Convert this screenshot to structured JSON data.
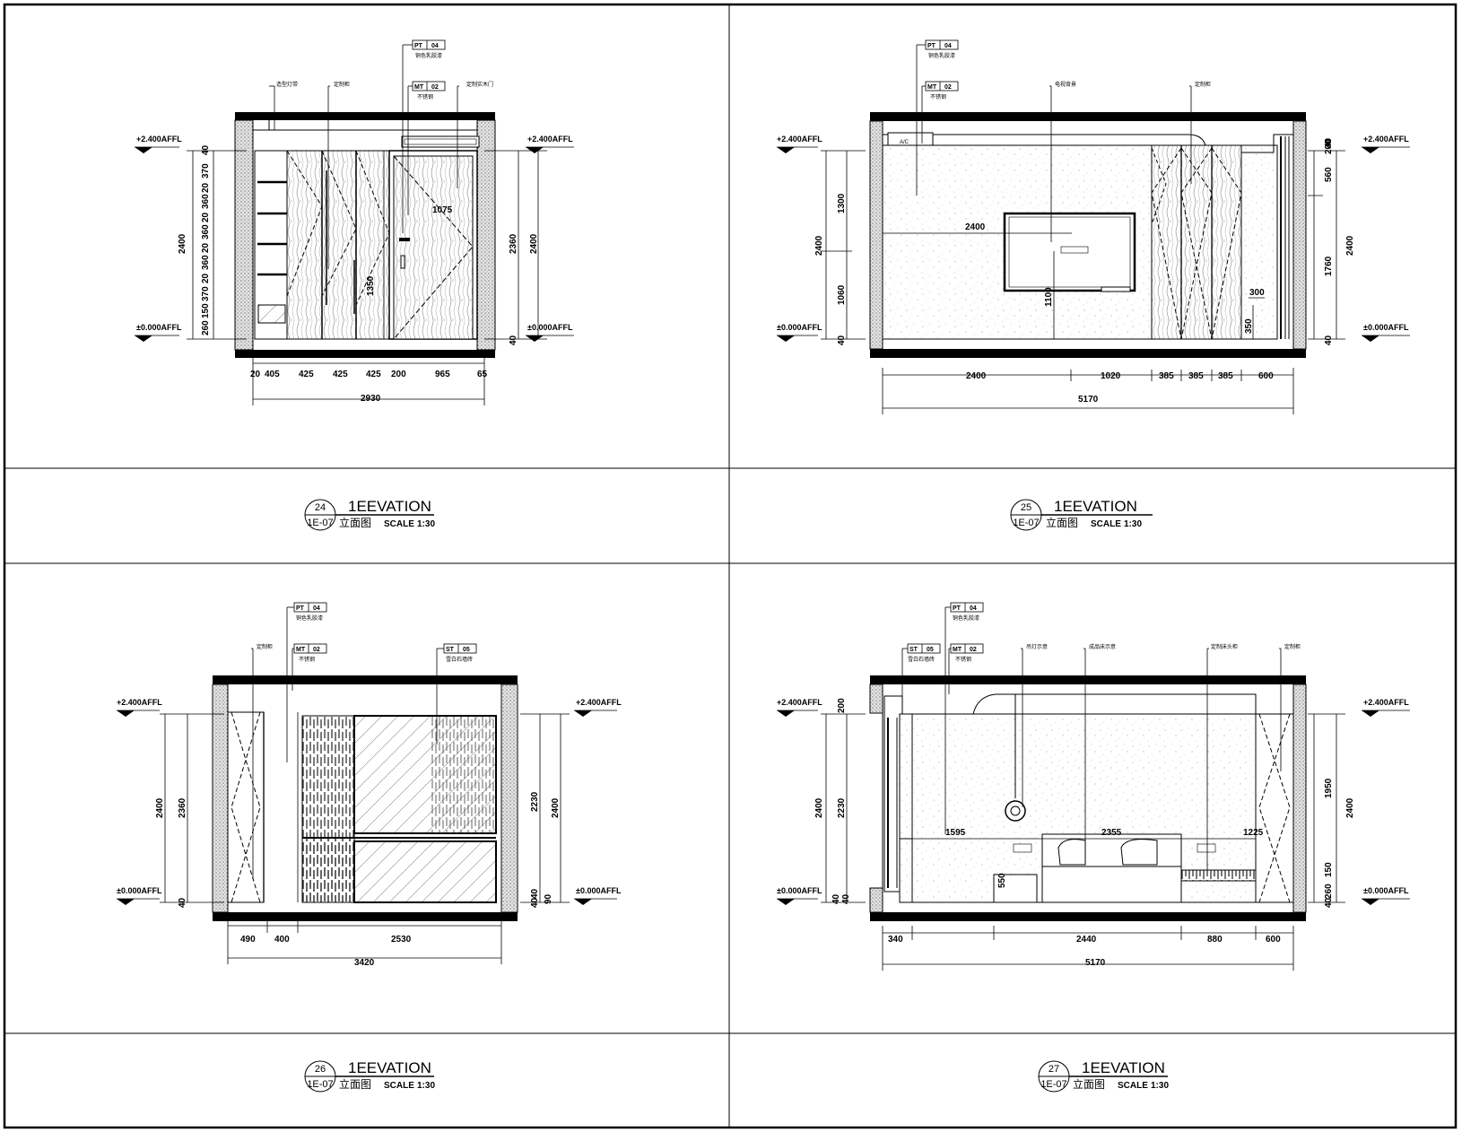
{
  "sheet": {
    "frame_color": "#000000",
    "paper_color": "#ffffff"
  },
  "panels": [
    {
      "number": "24",
      "sheet_ref": "1E-07",
      "title": "1EEVATION",
      "subtitle": "立面图",
      "scale_label": "SCALE",
      "scale_value": "1:30",
      "level_top": "+2.400AFFL",
      "level_bottom": "±0.000AFFL",
      "tags": [
        {
          "code": "PT",
          "num": "04",
          "note": "铜色乳胶漆"
        },
        {
          "code": "MT",
          "num": "02",
          "note": "不锈钢"
        }
      ],
      "notes": [
        "造型灯带",
        "定制柜",
        "定制实木门"
      ],
      "left_dims": [
        "40",
        "370",
        "20",
        "360",
        "20",
        "360",
        "20",
        "360",
        "20",
        "370",
        "150",
        "260"
      ],
      "left_total": "2400",
      "right_dims": [
        "2360",
        "2400",
        "40"
      ],
      "inner_dims": [
        "1075",
        "1350"
      ],
      "bottom_dims": [
        "20",
        "405",
        "425",
        "425",
        "425",
        "200",
        "965",
        "65"
      ],
      "bottom_total": "2930"
    },
    {
      "number": "25",
      "sheet_ref": "1E-07",
      "title": "1EEVATION",
      "subtitle": "立面图",
      "scale_label": "SCALE",
      "scale_value": "1:30",
      "level_top": "+2.400AFFL",
      "level_bottom": "±0.000AFFL",
      "tags": [
        {
          "code": "PT",
          "num": "04",
          "note": "铜色乳胶漆"
        },
        {
          "code": "MT",
          "num": "02",
          "note": "不锈钢"
        }
      ],
      "notes": [
        "电视背景",
        "定制柜"
      ],
      "left_dims": [
        "1300",
        "1060",
        "40"
      ],
      "left_total": "2400",
      "right_dims": [
        "40",
        "200",
        "560",
        "1760",
        "40"
      ],
      "right_total": "2400",
      "inner_dims": [
        "2400",
        "1100",
        "300",
        "350"
      ],
      "ac_label": "A/C",
      "bottom_dims": [
        "2400",
        "1020",
        "385",
        "385",
        "385",
        "600"
      ],
      "bottom_total": "5170"
    },
    {
      "number": "26",
      "sheet_ref": "1E-07",
      "title": "1EEVATION",
      "subtitle": "立面图",
      "scale_label": "SCALE",
      "scale_value": "1:30",
      "level_top": "+2.400AFFL",
      "level_bottom": "±0.000AFFL",
      "tags": [
        {
          "code": "PT",
          "num": "04",
          "note": "铜色乳胶漆"
        },
        {
          "code": "MT",
          "num": "02",
          "note": "不锈钢"
        },
        {
          "code": "ST",
          "num": "05",
          "note": "雪白石墙砖"
        }
      ],
      "notes": [
        "定制柜"
      ],
      "left_dims": [
        "2400",
        "2360",
        "40"
      ],
      "right_dims": [
        "2230",
        "2400",
        "40",
        "40",
        "90"
      ],
      "bottom_dims": [
        "490",
        "400",
        "2530"
      ],
      "bottom_total": "3420"
    },
    {
      "number": "27",
      "sheet_ref": "1E-07",
      "title": "1EEVATION",
      "subtitle": "立面图",
      "scale_label": "SCALE",
      "scale_value": "1:30",
      "level_top": "+2.400AFFL",
      "level_bottom": "±0.000AFFL",
      "tags": [
        {
          "code": "ST",
          "num": "05",
          "note": "雪白石墙砖"
        },
        {
          "code": "PT",
          "num": "04",
          "note": "铜色乳胶漆"
        },
        {
          "code": "MT",
          "num": "02",
          "note": "不锈钢"
        }
      ],
      "notes": [
        "吊灯示意",
        "成品床示意",
        "定制床头柜",
        "定制柜"
      ],
      "left_dims": [
        "200",
        "2230",
        "2400",
        "40",
        "40"
      ],
      "right_dims": [
        "1950",
        "150",
        "260",
        "40",
        "2400"
      ],
      "inner_dims": [
        "1595",
        "2355",
        "1225",
        "550"
      ],
      "bottom_dims": [
        "340",
        "2440",
        "880",
        "600"
      ],
      "bottom_total": "5170"
    }
  ]
}
